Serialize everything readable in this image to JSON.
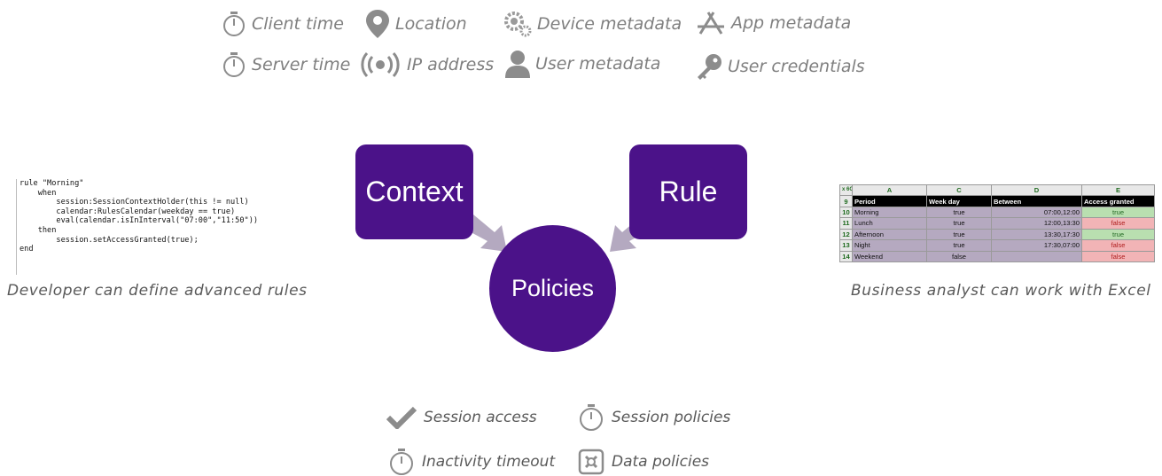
{
  "context_sources": [
    {
      "label": "Client time",
      "icon": "stopwatch-icon"
    },
    {
      "label": "Server time",
      "icon": "stopwatch-icon"
    },
    {
      "label": "Location",
      "icon": "location-pin-icon"
    },
    {
      "label": "IP address",
      "icon": "broadcast-icon"
    },
    {
      "label": "Device metadata",
      "icon": "gears-icon"
    },
    {
      "label": "User metadata",
      "icon": "user-icon"
    },
    {
      "label": "App metadata",
      "icon": "app-store-icon"
    },
    {
      "label": "User credentials",
      "icon": "key-icon"
    }
  ],
  "diagram": {
    "context_label": "Context",
    "rule_label": "Rule",
    "policies_label": "Policies",
    "accent_color": "#4b1289",
    "arrow_color": "#b4a9c0"
  },
  "developer": {
    "code_lines": [
      "rule \"Morning\"",
      "    when",
      "        session:SessionContextHolder(this != null)",
      "        calendar:RulesCalendar(weekday == true)",
      "        eval(calendar.isInInterval(\"07:00\",\"11:50\"))",
      "    then",
      "        session.setAccessGranted(true);",
      "end"
    ],
    "caption": "Developer can define advanced rules"
  },
  "analyst": {
    "cell_ref": "x 6C",
    "column_letters": [
      "A",
      "C",
      "D",
      "E"
    ],
    "headers": [
      "Period",
      "Week day",
      "Between",
      "Access granted"
    ],
    "rows": [
      {
        "num": "10",
        "period": "Morning",
        "weekday": "true",
        "between": "07:00,12:00",
        "access": "true"
      },
      {
        "num": "11",
        "period": "Lunch",
        "weekday": "true",
        "between": "12:00,13:30",
        "access": "false"
      },
      {
        "num": "12",
        "period": "Afternoon",
        "weekday": "true",
        "between": "13:30,17:30",
        "access": "true"
      },
      {
        "num": "13",
        "period": "Night",
        "weekday": "true",
        "between": "17:30,07:00",
        "access": "false"
      },
      {
        "num": "14",
        "period": "Weekend",
        "weekday": "false",
        "between": "",
        "access": "false"
      }
    ],
    "header_row_num": "9",
    "caption": "Business analyst can work with Excel"
  },
  "outputs": [
    {
      "label": "Session access",
      "icon": "checkmark-icon"
    },
    {
      "label": "Session policies",
      "icon": "stopwatch-icon"
    },
    {
      "label": "Inactivity timeout",
      "icon": "stopwatch-icon"
    },
    {
      "label": "Data policies",
      "icon": "data-policy-icon"
    }
  ]
}
